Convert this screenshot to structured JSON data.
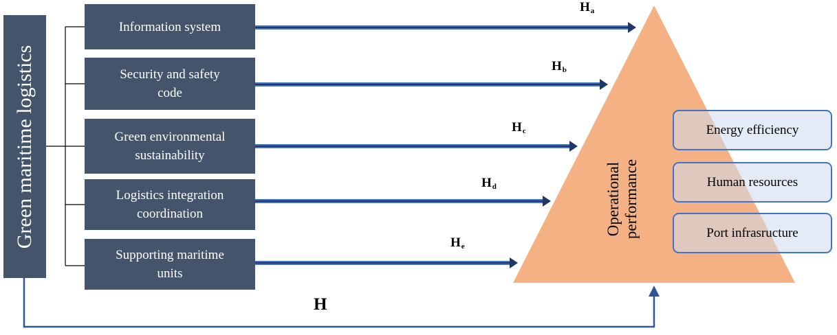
{
  "construct": {
    "label": "Green maritime logistics"
  },
  "dimensions": [
    {
      "id": "info",
      "lines": [
        "Information system"
      ],
      "hypothesis": "H",
      "subscript": "a"
    },
    {
      "id": "security",
      "lines": [
        "Security and safety",
        "code"
      ],
      "hypothesis": "H",
      "subscript": "b"
    },
    {
      "id": "green",
      "lines": [
        "Green environmental",
        "sustainability"
      ],
      "hypothesis": "H",
      "subscript": "c"
    },
    {
      "id": "logistics",
      "lines": [
        "Logistics integration",
        "coordination"
      ],
      "hypothesis": "H",
      "subscript": "d"
    },
    {
      "id": "supporting",
      "lines": [
        "Supporting maritime",
        "units"
      ],
      "hypothesis": "H",
      "subscript": "e"
    }
  ],
  "outcome": {
    "lines": [
      "Operational",
      "performance"
    ]
  },
  "indicators": [
    "Energy efficiency",
    "Human resources",
    "Port infrasructure"
  ],
  "main_hypothesis": "H",
  "colors": {
    "box": "#44546a",
    "arrow": "#4472c4",
    "arrow_dark": "#1f3864",
    "triangle": "#f4b183"
  }
}
